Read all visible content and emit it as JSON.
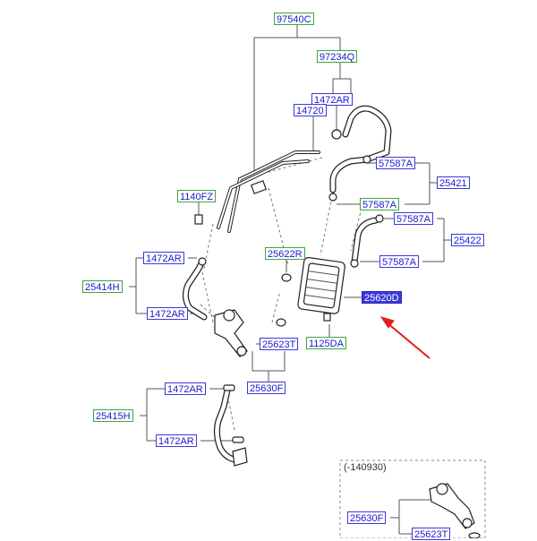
{
  "labels": {
    "p97540C": "97540C",
    "p97234Q": "97234Q",
    "p1472AR_top": "1472AR",
    "p14720": "14720",
    "p57587A_1": "57587A",
    "p25421": "25421",
    "p57587A_2": "57587A",
    "p1140FZ": "1140FZ",
    "p57587A_3": "57587A",
    "p25422": "25422",
    "p57587A_4": "57587A",
    "p25622R": "25622R",
    "p1472AR_l1": "1472AR",
    "p25414H": "25414H",
    "p1472AR_l2": "1472AR",
    "p25620D": "25620D",
    "p25623T": "25623T",
    "p1125DA": "1125DA",
    "p25630F": "25630F",
    "p1472AR_b1": "1472AR",
    "p25415H": "25415H",
    "p1472AR_b2": "1472AR",
    "inset_note": "(-140930)",
    "p25630F_inset": "25630F",
    "p25623T_inset": "25623T"
  },
  "colors": {
    "label_text": "#1a1acc",
    "label_border_green": "#3aa73a",
    "label_border_blue": "#3a3ad8",
    "highlight_fill": "#3a3ad8",
    "arrow": "#e02020"
  }
}
